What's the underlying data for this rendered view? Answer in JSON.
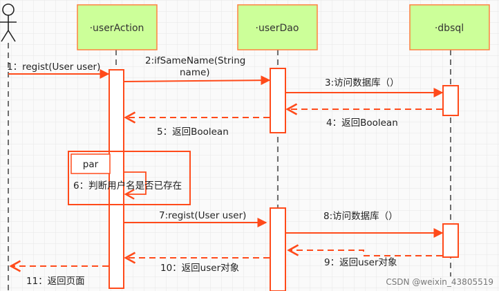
{
  "lifelines": {
    "user_action": "·userAction",
    "user_dao": "·userDao",
    "dbsql": "·dbsql"
  },
  "messages": {
    "m1": "1：regist(User user)",
    "m2_line1": "2:ifSameName(String",
    "m2_line2": "name)",
    "m3": "3:访问数据库（）",
    "m4": "4：返回Boolean",
    "m5": "5：返回Boolean",
    "m6": "6：判断用户名是否已存在",
    "m7": "7:regist(User user)",
    "m8": "8:访问数据库（）",
    "m9": "9：返回user对象",
    "m10": "10：返回user对象",
    "m11": "11：返回页面"
  },
  "fragment": {
    "label": "par"
  },
  "watermark": "CSDN @weixin_43805519",
  "colors": {
    "lifeline_head_fill": "#ccff99",
    "lifeline_head_stroke": "#ff8040",
    "activation_stroke": "#ff4a1a",
    "message": "#ff4a1a",
    "text": "#222222"
  }
}
